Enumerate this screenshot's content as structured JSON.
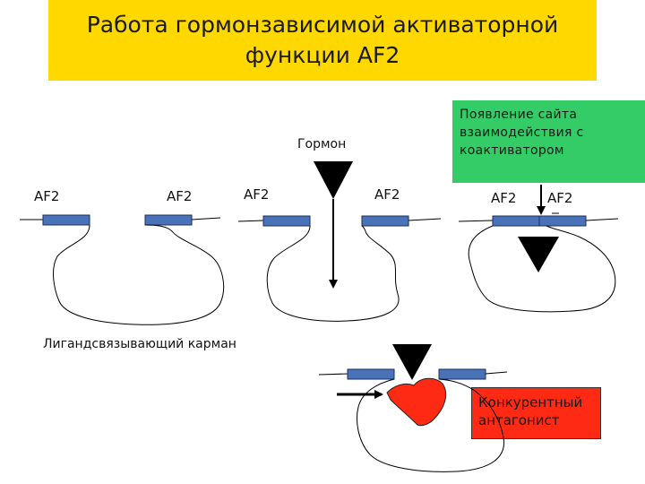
{
  "title": "Работа гормонзависимой активаторной функции AF2",
  "labels": {
    "af2": "AF2",
    "hormone": "Гормон",
    "coactivator_site": "Появление сайта взаимодействия с коактиватором",
    "pocket": "Лигандсвязывающий карман",
    "antagonist": "Конкурентный антагонист"
  },
  "colors": {
    "title_bg": "#ffd800",
    "note_bg": "#33cc66",
    "antagonist": "#ff2a14",
    "bar": "#4a72b8",
    "hormone": "#000000"
  }
}
